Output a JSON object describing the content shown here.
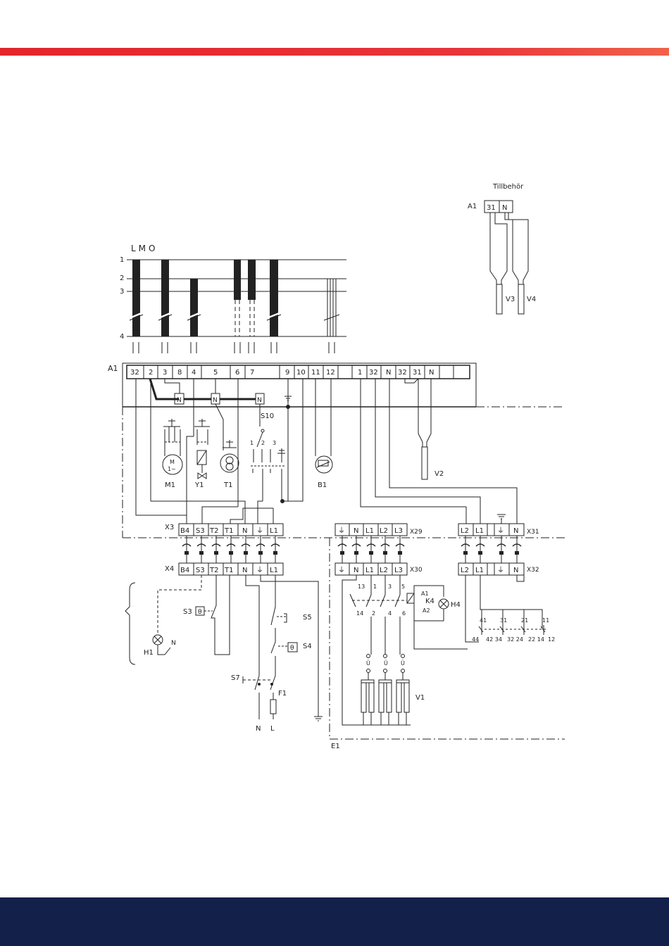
{
  "colors": {
    "top_bar": "#e3252c",
    "bottom_bar": "#13204a",
    "line": "#222222"
  },
  "labels": {
    "tillbehor": "Tillbehör",
    "a1_top": "A1",
    "lmo": "LMO",
    "a1_main": "A1",
    "lmo_rows": [
      "1",
      "2",
      "3",
      "4"
    ],
    "x3": "X3",
    "x4": "X4",
    "x29": "X29",
    "x30": "X30",
    "x31": "X31",
    "x32": "X32",
    "m1": "M1",
    "m1_symbol_top": "M",
    "m1_symbol_bottom": "1~",
    "y1": "Y1",
    "t1": "T1",
    "s10": "S10",
    "b1": "B1",
    "v2": "V2",
    "v3": "V3",
    "v4": "V4",
    "s3": "S3",
    "s4": "S4",
    "s5": "S5",
    "s7": "S7",
    "f1": "F1",
    "h1": "H1",
    "h4": "H4",
    "k4": "K4",
    "v1": "V1",
    "e1": "E1",
    "n": "N",
    "l": "L",
    "k4_a1": "A1",
    "k4_a2": "A2",
    "theta": "θ",
    "u": "Ü",
    "s10_contacts": [
      "1",
      "2",
      "3"
    ],
    "k4_contacts_top": [
      "13",
      "1",
      "3",
      "5"
    ],
    "k4_contacts_bottom": [
      "14",
      "2",
      "4",
      "6"
    ],
    "aux_contacts_top": [
      "41",
      "31",
      "21",
      "11"
    ],
    "aux_contacts_bottom": [
      "44",
      "42 34",
      "32 24",
      "22 14",
      "12"
    ]
  },
  "terminals": {
    "tillbehor": [
      "31",
      "N"
    ],
    "a1_left": [
      "32",
      "2",
      "3",
      "8",
      "4",
      "5",
      "6",
      "7",
      "9",
      "10",
      "11",
      "12"
    ],
    "a1_right": [
      "1",
      "32",
      "N",
      "32",
      "31",
      "N"
    ],
    "x3": [
      "B4",
      "S3",
      "T2",
      "T1",
      "N",
      "⏚",
      "L1"
    ],
    "x4": [
      "B4",
      "S3",
      "T2",
      "T1",
      "N",
      "⏚",
      "L1"
    ],
    "x29": [
      "⏚",
      "N",
      "L1",
      "L2",
      "L3"
    ],
    "x30": [
      "⏚",
      "N",
      "L1",
      "L2",
      "L3"
    ],
    "x31": [
      "L2",
      "L1",
      "⏚",
      "N"
    ],
    "x32": [
      "L2",
      "L1",
      "⏚",
      "N"
    ]
  }
}
